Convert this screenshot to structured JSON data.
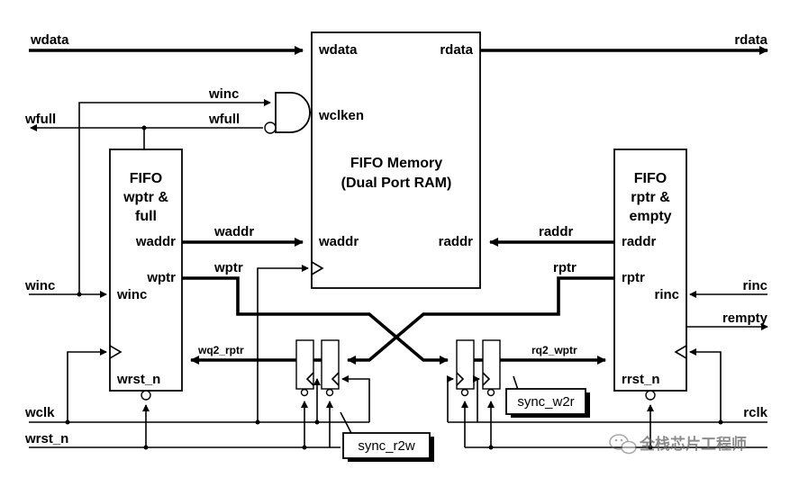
{
  "signals": {
    "wdata": "wdata",
    "rdata": "rdata",
    "winc": "winc",
    "wfull": "wfull",
    "waddr": "waddr",
    "raddr": "raddr",
    "wptr": "wptr",
    "rptr": "rptr",
    "rinc": "rinc",
    "rempty": "rempty",
    "wq2_rptr": "wq2_rptr",
    "rq2_wptr": "rq2_wptr",
    "wclk": "wclk",
    "wrst_n": "wrst_n",
    "rclk": "rclk"
  },
  "memory": {
    "title_line1": "FIFO Memory",
    "title_line2": "(Dual Port RAM)",
    "port_wdata": "wdata",
    "port_rdata": "rdata",
    "port_wclken": "wclken",
    "port_waddr": "waddr",
    "port_raddr": "raddr"
  },
  "write_block": {
    "title_line1": "FIFO",
    "title_line2": "wptr &",
    "title_line3": "full",
    "port_waddr": "waddr",
    "port_wptr": "wptr",
    "port_winc": "winc",
    "port_wrst_n": "wrst_n"
  },
  "read_block": {
    "title_line1": "FIFO",
    "title_line2": "rptr &",
    "title_line3": "empty",
    "port_raddr": "raddr",
    "port_rptr": "rptr",
    "port_rinc": "rinc",
    "port_rrst_n": "rrst_n"
  },
  "sync_labels": {
    "sync_r2w": "sync_r2w",
    "sync_w2r": "sync_w2r"
  },
  "watermark": {
    "text": "全栈芯片工程师",
    "icon": "wechat-icon"
  }
}
